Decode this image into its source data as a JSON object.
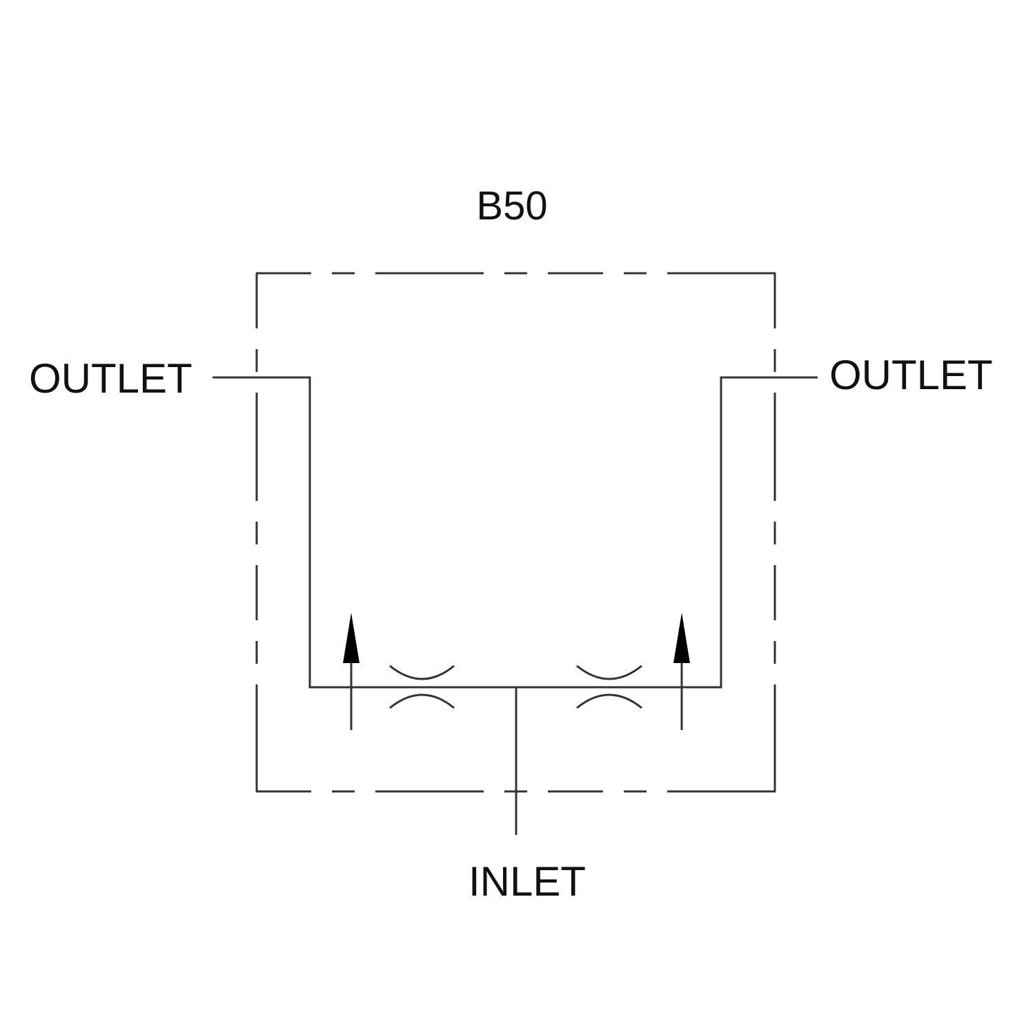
{
  "title": "B50",
  "ports": {
    "outlet_left": "OUTLET",
    "outlet_right": "OUTLET",
    "inlet": "INLET"
  },
  "colors": {
    "line": "#333333",
    "text": "#111111",
    "background": "#ffffff"
  }
}
